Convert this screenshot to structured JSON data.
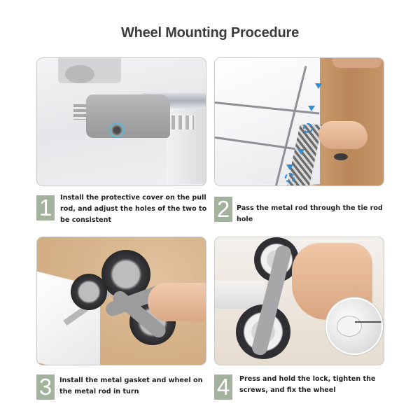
{
  "page": {
    "title": "Wheel Mounting Procedure",
    "accent_color": "#a3b29c",
    "frame_border_color": "#c9c9c9"
  },
  "steps": [
    {
      "number": "1",
      "caption": "Install the protective cover on the pull rod, and adjust the holes of the two to be consistent",
      "image_description": "Gray plastic protective cover on pull rod with highlighted hole"
    },
    {
      "number": "2",
      "caption": "Pass the metal rod through the tie rod hole",
      "image_description": "Hands passing metal rod through cart tie rod holes, blue arrows"
    },
    {
      "number": "3",
      "caption": "Install the metal gasket and wheel on the metal rod in turn",
      "image_description": "Hand sliding three-wheel assembly onto metal rod"
    },
    {
      "number": "4",
      "caption": "Press and hold the lock, tighten the screws, and fix the wheel",
      "image_description": "Hand pressing wheel lock with circular inset of screw tightening"
    }
  ]
}
